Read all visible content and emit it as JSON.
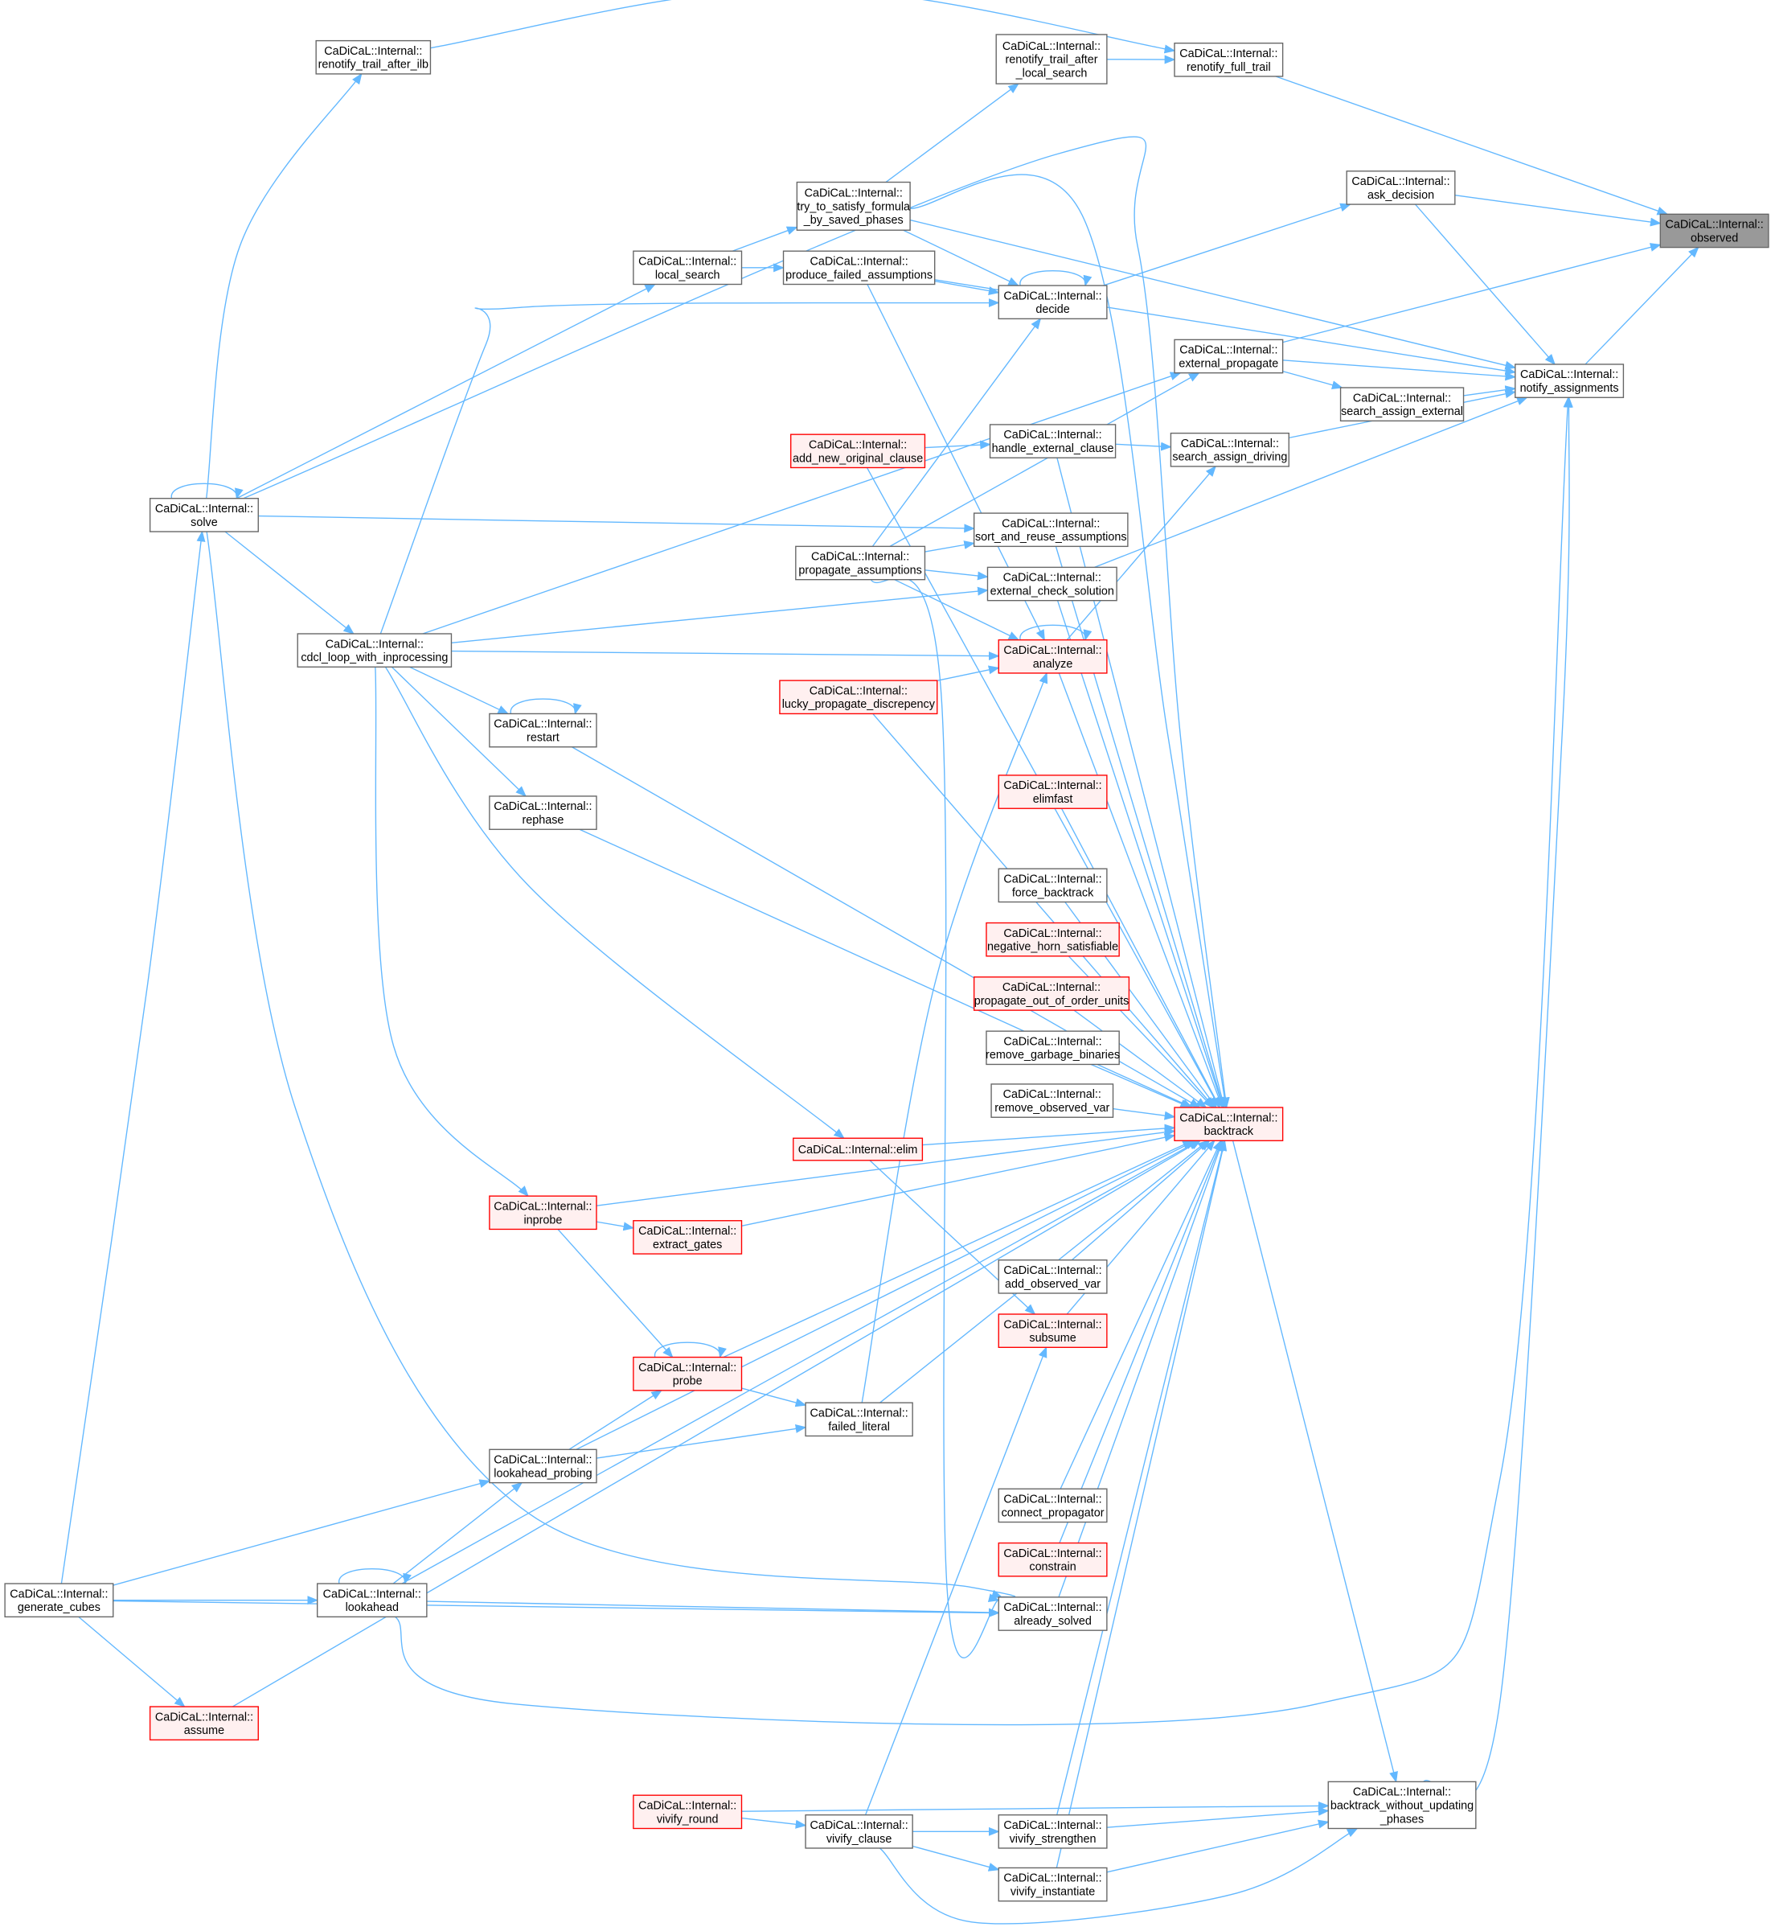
{
  "colors": {
    "edge": "#63b8ff",
    "node_border": "#666666",
    "node_fill": "#ffffff",
    "truncated_border": "#ff0000",
    "truncated_fill": "#fff0f0",
    "selected_fill": "#999999",
    "selected_border": "#666666"
  },
  "nodes": [
    {
      "id": "observed",
      "style": "selected",
      "lines": [
        "CaDiCaL::Internal::",
        "observed"
      ]
    },
    {
      "id": "renotify_full_trail",
      "style": "normal",
      "lines": [
        "CaDiCaL::Internal::",
        "renotify_full_trail"
      ]
    },
    {
      "id": "renotify_trail_after_local_search",
      "style": "normal",
      "lines": [
        "CaDiCaL::Internal::",
        "renotify_trail_after",
        "_local_search"
      ]
    },
    {
      "id": "renotify_trail_after_ilb",
      "style": "normal",
      "lines": [
        "CaDiCaL::Internal::",
        "renotify_trail_after_ilb"
      ]
    },
    {
      "id": "ask_decision",
      "style": "normal",
      "lines": [
        "CaDiCaL::Internal::",
        "ask_decision"
      ]
    },
    {
      "id": "try_to_satisfy",
      "style": "normal",
      "lines": [
        "CaDiCaL::Internal::",
        "try_to_satisfy_formula",
        "_by_saved_phases"
      ]
    },
    {
      "id": "local_search",
      "style": "normal",
      "lines": [
        "CaDiCaL::Internal::",
        "local_search"
      ]
    },
    {
      "id": "produce_failed_assumptions",
      "style": "normal",
      "lines": [
        "CaDiCaL::Internal::",
        "produce_failed_assumptions"
      ]
    },
    {
      "id": "decide",
      "style": "normal",
      "lines": [
        "CaDiCaL::Internal::",
        "decide"
      ]
    },
    {
      "id": "external_propagate",
      "style": "normal",
      "lines": [
        "CaDiCaL::Internal::",
        "external_propagate"
      ]
    },
    {
      "id": "notify_assignments",
      "style": "normal",
      "lines": [
        "CaDiCaL::Internal::",
        "notify_assignments"
      ]
    },
    {
      "id": "search_assign_external",
      "style": "normal",
      "lines": [
        "CaDiCaL::Internal::",
        "search_assign_external"
      ]
    },
    {
      "id": "handle_external_clause",
      "style": "normal",
      "lines": [
        "CaDiCaL::Internal::",
        "handle_external_clause"
      ]
    },
    {
      "id": "search_assign_driving",
      "style": "normal",
      "lines": [
        "CaDiCaL::Internal::",
        "search_assign_driving"
      ]
    },
    {
      "id": "add_new_original_clause",
      "style": "truncated",
      "lines": [
        "CaDiCaL::Internal::",
        "add_new_original_clause"
      ]
    },
    {
      "id": "solve",
      "style": "normal",
      "lines": [
        "CaDiCaL::Internal::",
        "solve"
      ]
    },
    {
      "id": "sort_and_reuse_assumptions",
      "style": "normal",
      "lines": [
        "CaDiCaL::Internal::",
        "sort_and_reuse_assumptions"
      ]
    },
    {
      "id": "propagate_assumptions",
      "style": "normal",
      "lines": [
        "CaDiCaL::Internal::",
        "propagate_assumptions"
      ]
    },
    {
      "id": "external_check_solution",
      "style": "normal",
      "lines": [
        "CaDiCaL::Internal::",
        "external_check_solution"
      ]
    },
    {
      "id": "cdcl_loop_with_inprocessing",
      "style": "normal",
      "lines": [
        "CaDiCaL::Internal::",
        "cdcl_loop_with_inprocessing"
      ]
    },
    {
      "id": "analyze",
      "style": "truncated",
      "lines": [
        "CaDiCaL::Internal::",
        "analyze"
      ]
    },
    {
      "id": "restart",
      "style": "normal",
      "lines": [
        "CaDiCaL::Internal::",
        "restart"
      ]
    },
    {
      "id": "lucky_propagate_discrepency",
      "style": "truncated",
      "lines": [
        "CaDiCaL::Internal::",
        "lucky_propagate_discrepency"
      ]
    },
    {
      "id": "elimfast",
      "style": "truncated",
      "lines": [
        "CaDiCaL::Internal::",
        "elimfast"
      ]
    },
    {
      "id": "rephase",
      "style": "normal",
      "lines": [
        "CaDiCaL::Internal::",
        "rephase"
      ]
    },
    {
      "id": "force_backtrack",
      "style": "normal",
      "lines": [
        "CaDiCaL::Internal::",
        "force_backtrack"
      ]
    },
    {
      "id": "negative_horn_satisfiable",
      "style": "truncated",
      "lines": [
        "CaDiCaL::Internal::",
        "negative_horn_satisfiable"
      ]
    },
    {
      "id": "propagate_out_of_order_units",
      "style": "truncated",
      "lines": [
        "CaDiCaL::Internal::",
        "propagate_out_of_order_units"
      ]
    },
    {
      "id": "remove_garbage_binaries",
      "style": "normal",
      "lines": [
        "CaDiCaL::Internal::",
        "remove_garbage_binaries"
      ]
    },
    {
      "id": "remove_observed_var",
      "style": "normal",
      "lines": [
        "CaDiCaL::Internal::",
        "remove_observed_var"
      ]
    },
    {
      "id": "backtrack",
      "style": "truncated",
      "lines": [
        "CaDiCaL::Internal::",
        "backtrack"
      ]
    },
    {
      "id": "elim",
      "style": "truncated",
      "lines": [
        "CaDiCaL::Internal::elim"
      ]
    },
    {
      "id": "inprobe",
      "style": "truncated",
      "lines": [
        "CaDiCaL::Internal::",
        "inprobe"
      ]
    },
    {
      "id": "extract_gates",
      "style": "truncated",
      "lines": [
        "CaDiCaL::Internal::",
        "extract_gates"
      ]
    },
    {
      "id": "add_observed_var",
      "style": "normal",
      "lines": [
        "CaDiCaL::Internal::",
        "add_observed_var"
      ]
    },
    {
      "id": "subsume",
      "style": "truncated",
      "lines": [
        "CaDiCaL::Internal::",
        "subsume"
      ]
    },
    {
      "id": "probe",
      "style": "truncated",
      "lines": [
        "CaDiCaL::Internal::",
        "probe"
      ]
    },
    {
      "id": "failed_literal",
      "style": "normal",
      "lines": [
        "CaDiCaL::Internal::",
        "failed_literal"
      ]
    },
    {
      "id": "lookahead_probing",
      "style": "normal",
      "lines": [
        "CaDiCaL::Internal::",
        "lookahead_probing"
      ]
    },
    {
      "id": "connect_propagator",
      "style": "normal",
      "lines": [
        "CaDiCaL::Internal::",
        "connect_propagator"
      ]
    },
    {
      "id": "constrain",
      "style": "truncated",
      "lines": [
        "CaDiCaL::Internal::",
        "constrain"
      ]
    },
    {
      "id": "generate_cubes",
      "style": "normal",
      "lines": [
        "CaDiCaL::Internal::",
        "generate_cubes"
      ]
    },
    {
      "id": "lookahead",
      "style": "normal",
      "lines": [
        "CaDiCaL::Internal::",
        "lookahead"
      ]
    },
    {
      "id": "already_solved",
      "style": "normal",
      "lines": [
        "CaDiCaL::Internal::",
        "already_solved"
      ]
    },
    {
      "id": "assume",
      "style": "truncated",
      "lines": [
        "CaDiCaL::Internal::",
        "assume"
      ]
    },
    {
      "id": "backtrack_without_updating_phases",
      "style": "normal",
      "lines": [
        "CaDiCaL::Internal::",
        "backtrack_without_updating",
        "_phases"
      ]
    },
    {
      "id": "vivify_round",
      "style": "truncated",
      "lines": [
        "CaDiCaL::Internal::",
        "vivify_round"
      ]
    },
    {
      "id": "vivify_clause",
      "style": "normal",
      "lines": [
        "CaDiCaL::Internal::",
        "vivify_clause"
      ]
    },
    {
      "id": "vivify_strengthen",
      "style": "normal",
      "lines": [
        "CaDiCaL::Internal::",
        "vivify_strengthen"
      ]
    },
    {
      "id": "vivify_instantiate",
      "style": "normal",
      "lines": [
        "CaDiCaL::Internal::",
        "vivify_instantiate"
      ]
    }
  ],
  "edges": [
    {
      "from": "renotify_full_trail",
      "to": "observed"
    },
    {
      "from": "ask_decision",
      "to": "observed"
    },
    {
      "from": "external_propagate",
      "to": "observed"
    },
    {
      "from": "notify_assignments",
      "to": "observed"
    },
    {
      "from": "renotify_trail_after_local_search",
      "to": "renotify_full_trail"
    },
    {
      "from": "renotify_trail_after_ilb",
      "to": "renotify_full_trail"
    },
    {
      "from": "try_to_satisfy",
      "to": "renotify_trail_after_local_search"
    },
    {
      "from": "solve",
      "to": "renotify_trail_after_ilb"
    },
    {
      "from": "decide",
      "to": "ask_decision"
    },
    {
      "from": "ask_decision",
      "to": "notify_assignments"
    },
    {
      "from": "local_search",
      "to": "try_to_satisfy"
    },
    {
      "from": "local_search",
      "to": "produce_failed_assumptions"
    },
    {
      "from": "solve",
      "to": "local_search"
    },
    {
      "from": "try_to_satisfy",
      "to": "decide"
    },
    {
      "from": "produce_failed_assumptions",
      "to": "decide"
    },
    {
      "from": "cdcl_loop_with_inprocessing",
      "to": "decide"
    },
    {
      "from": "decide",
      "to": "decide"
    },
    {
      "from": "try_to_satisfy",
      "to": "notify_assignments"
    },
    {
      "from": "produce_failed_assumptions",
      "to": "notify_assignments"
    },
    {
      "from": "propagate_assumptions",
      "to": "decide"
    },
    {
      "from": "propagate_assumptions",
      "to": "external_propagate"
    },
    {
      "from": "cdcl_loop_with_inprocessing",
      "to": "external_propagate"
    },
    {
      "from": "external_propagate",
      "to": "search_assign_external"
    },
    {
      "from": "external_propagate",
      "to": "notify_assignments"
    },
    {
      "from": "search_assign_external",
      "to": "notify_assignments"
    },
    {
      "from": "search_assign_driving",
      "to": "notify_assignments"
    },
    {
      "from": "external_check_solution",
      "to": "notify_assignments"
    },
    {
      "from": "add_new_original_clause",
      "to": "handle_external_clause"
    },
    {
      "from": "handle_external_clause",
      "to": "search_assign_driving"
    },
    {
      "from": "analyze",
      "to": "search_assign_driving"
    },
    {
      "from": "solve",
      "to": "sort_and_reuse_assumptions"
    },
    {
      "from": "propagate_assumptions",
      "to": "sort_and_reuse_assumptions"
    },
    {
      "from": "propagate_assumptions",
      "to": "external_check_solution"
    },
    {
      "from": "cdcl_loop_with_inprocessing",
      "to": "external_check_solution"
    },
    {
      "from": "propagate_assumptions",
      "to": "analyze"
    },
    {
      "from": "produce_failed_assumptions",
      "to": "analyze"
    },
    {
      "from": "cdcl_loop_with_inprocessing",
      "to": "analyze"
    },
    {
      "from": "lucky_propagate_discrepency",
      "to": "analyze"
    },
    {
      "from": "failed_literal",
      "to": "analyze"
    },
    {
      "from": "analyze",
      "to": "analyze"
    },
    {
      "from": "solve",
      "to": "solve"
    },
    {
      "from": "solve",
      "to": "cdcl_loop_with_inprocessing"
    },
    {
      "from": "generate_cubes",
      "to": "solve"
    },
    {
      "from": "cdcl_loop_with_inprocessing",
      "to": "restart"
    },
    {
      "from": "restart",
      "to": "restart"
    },
    {
      "from": "cdcl_loop_with_inprocessing",
      "to": "rephase"
    },
    {
      "from": "cdcl_loop_with_inprocessing",
      "to": "elim"
    },
    {
      "from": "cdcl_loop_with_inprocessing",
      "to": "inprobe"
    },
    {
      "from": "inprobe",
      "to": "extract_gates"
    },
    {
      "from": "inprobe",
      "to": "probe"
    },
    {
      "from": "elim",
      "to": "subsume"
    },
    {
      "from": "vivify_clause",
      "to": "subsume"
    },
    {
      "from": "lookahead_probing",
      "to": "probe"
    },
    {
      "from": "lookahead_probing",
      "to": "failed_literal"
    },
    {
      "from": "probe",
      "to": "failed_literal"
    },
    {
      "from": "probe",
      "to": "probe"
    },
    {
      "from": "generate_cubes",
      "to": "lookahead_probing"
    },
    {
      "from": "lookahead",
      "to": "lookahead_probing"
    },
    {
      "from": "generate_cubes",
      "to": "lookahead"
    },
    {
      "from": "lookahead",
      "to": "lookahead"
    },
    {
      "from": "generate_cubes",
      "to": "already_solved"
    },
    {
      "from": "lookahead",
      "to": "already_solved"
    },
    {
      "from": "generate_cubes",
      "to": "assume"
    },
    {
      "from": "solve",
      "to": "already_solved"
    },
    {
      "from": "propagate_assumptions",
      "to": "already_solved"
    },
    {
      "from": "vivify_round",
      "to": "vivify_clause"
    },
    {
      "from": "vivify_round",
      "to": "backtrack_without_updating_phases"
    },
    {
      "from": "vivify_clause",
      "to": "vivify_strengthen"
    },
    {
      "from": "vivify_clause",
      "to": "vivify_instantiate"
    },
    {
      "from": "vivify_clause",
      "to": "backtrack_without_updating_phases"
    },
    {
      "from": "vivify_strengthen",
      "to": "backtrack_without_updating_phases"
    },
    {
      "from": "vivify_instantiate",
      "to": "backtrack_without_updating_phases"
    },
    {
      "from": "backtrack",
      "to": "backtrack_without_updating_phases"
    },
    {
      "from": "backtrack_without_updating_phases",
      "to": "notify_assignments"
    },
    {
      "from": "lookahead",
      "to": "notify_assignments"
    },
    {
      "from": "try_to_satisfy",
      "to": "backtrack"
    },
    {
      "from": "solve",
      "to": "backtrack"
    },
    {
      "from": "add_new_original_clause",
      "to": "backtrack"
    },
    {
      "from": "handle_external_clause",
      "to": "backtrack"
    },
    {
      "from": "sort_and_reuse_assumptions",
      "to": "backtrack"
    },
    {
      "from": "external_check_solution",
      "to": "backtrack"
    },
    {
      "from": "analyze",
      "to": "backtrack"
    },
    {
      "from": "lucky_propagate_discrepency",
      "to": "backtrack"
    },
    {
      "from": "restart",
      "to": "backtrack"
    },
    {
      "from": "rephase",
      "to": "backtrack"
    },
    {
      "from": "elimfast",
      "to": "backtrack"
    },
    {
      "from": "force_backtrack",
      "to": "backtrack"
    },
    {
      "from": "negative_horn_satisfiable",
      "to": "backtrack"
    },
    {
      "from": "propagate_out_of_order_units",
      "to": "backtrack"
    },
    {
      "from": "remove_garbage_binaries",
      "to": "backtrack"
    },
    {
      "from": "remove_observed_var",
      "to": "backtrack"
    },
    {
      "from": "elim",
      "to": "backtrack"
    },
    {
      "from": "inprobe",
      "to": "backtrack"
    },
    {
      "from": "extract_gates",
      "to": "backtrack"
    },
    {
      "from": "add_observed_var",
      "to": "backtrack"
    },
    {
      "from": "subsume",
      "to": "backtrack"
    },
    {
      "from": "probe",
      "to": "backtrack"
    },
    {
      "from": "failed_literal",
      "to": "backtrack"
    },
    {
      "from": "lookahead_probing",
      "to": "backtrack"
    },
    {
      "from": "connect_propagator",
      "to": "backtrack"
    },
    {
      "from": "constrain",
      "to": "backtrack"
    },
    {
      "from": "already_solved",
      "to": "backtrack"
    },
    {
      "from": "lookahead",
      "to": "backtrack"
    },
    {
      "from": "assume",
      "to": "backtrack"
    },
    {
      "from": "vivify_strengthen",
      "to": "backtrack"
    },
    {
      "from": "vivify_instantiate",
      "to": "backtrack"
    }
  ]
}
